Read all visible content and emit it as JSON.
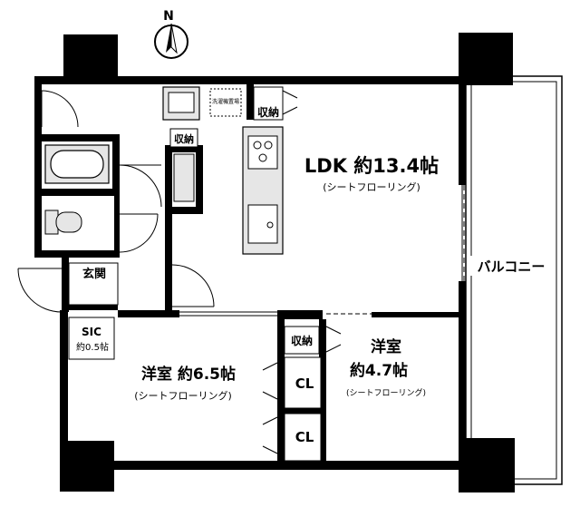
{
  "compass": {
    "label": "N"
  },
  "labels": {
    "ldk_title": "LDK 約13.4帖",
    "ldk_floor": "(シートフローリング)",
    "storage_top": "収納",
    "storage_mid": "収納",
    "storage_room": "収納",
    "washer": "洗濯機置場",
    "balcony": "バルコニー",
    "entrance": "玄関",
    "sic": "SIC",
    "sic_size": "約0.5帖",
    "room1_title": "洋室 約6.5帖",
    "room1_floor": "(シートフローリング)",
    "room2_title": "洋室",
    "room2_size": "約4.7帖",
    "room2_floor": "(シートフローリング)",
    "cl1": "CL",
    "cl2": "CL"
  }
}
